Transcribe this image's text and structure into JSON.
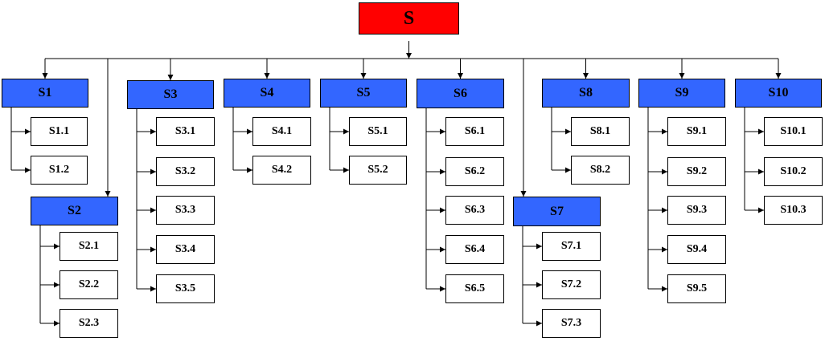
{
  "colors": {
    "root": "#ff0000",
    "group": "#3366ff",
    "leaf": "#ffffff",
    "line": "#000000"
  },
  "root": {
    "label": "S"
  },
  "groups": [
    {
      "label": "S1",
      "children": [
        "S1.1",
        "S1.2"
      ]
    },
    {
      "label": "S2",
      "children": [
        "S2.1",
        "S2.2",
        "S2.3"
      ]
    },
    {
      "label": "S3",
      "children": [
        "S3.1",
        "S3.2",
        "S3.3",
        "S3.4",
        "S3.5"
      ]
    },
    {
      "label": "S4",
      "children": [
        "S4.1",
        "S4.2"
      ]
    },
    {
      "label": "S5",
      "children": [
        "S5.1",
        "S5.2"
      ]
    },
    {
      "label": "S6",
      "children": [
        "S6.1",
        "S6.2",
        "S6.3",
        "S6.4",
        "S6.5"
      ]
    },
    {
      "label": "S7",
      "children": [
        "S7.1",
        "S7.2",
        "S7.3"
      ]
    },
    {
      "label": "S8",
      "children": [
        "S8.1",
        "S8.2"
      ]
    },
    {
      "label": "S9",
      "children": [
        "S9.1",
        "S9.2",
        "S9.3",
        "S9.4",
        "S9.5"
      ]
    },
    {
      "label": "S10",
      "children": [
        "S10.1",
        "S10.2",
        "S10.3"
      ]
    }
  ]
}
